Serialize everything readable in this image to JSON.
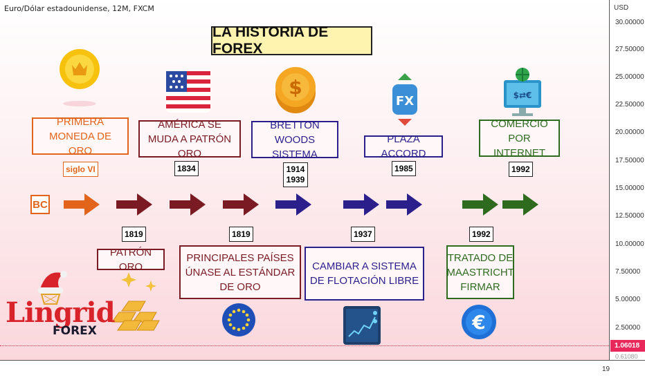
{
  "header": {
    "symbol": "Euro/Dólar estadounidense, 12M, FXCM",
    "currency": "USD"
  },
  "title": "LA HISTORIA DE FOREX",
  "price_scale": {
    "labels": [
      "30.00000",
      "27.50000",
      "25.00000",
      "22.50000",
      "20.00000",
      "17.50000",
      "15.00000",
      "12.50000",
      "10.00000",
      "7.50000",
      "5.00000",
      "2.50000"
    ],
    "current_price": "1.06018",
    "bottom_partial": "0.61080"
  },
  "time_scale": {
    "label": "19"
  },
  "colors": {
    "orange": "#e2641a",
    "darkred": "#7a1b24",
    "navy": "#2b1f8c",
    "green": "#2f6b1f",
    "current_price_tag": "#e8275a"
  },
  "events_top": [
    {
      "label": "PRIMERA MONEDA DE ORO",
      "date": "siglo VI",
      "icon": "gold-coin-crown-icon"
    },
    {
      "label": "AMÉRICA SE MUDA A PATRÓN ORO",
      "date": "1834",
      "icon": "usa-flag-icon"
    },
    {
      "label": "BRETTON WOODS SISTEMA",
      "date": "1914\n1939",
      "icon": "dollar-coin-icon"
    },
    {
      "label": "PLAZA ACCORD",
      "date": "1985",
      "icon": "fx-exchange-icon"
    },
    {
      "label": "COMERCIO POR INTERNET",
      "date": "1992",
      "icon": "online-trading-monitor-icon"
    }
  ],
  "events_bottom": [
    {
      "label": "PATRÓN ORO",
      "date": "1819",
      "icon": "gold-bars-icon"
    },
    {
      "label": "PRINCIPALES PAÍSES ÚNASE AL ESTÁNDAR DE ORO",
      "date": "1819",
      "icon": "eu-flag-icon"
    },
    {
      "label": "CAMBIAR A SISTEMA DE FLOTACIÓN LIBRE",
      "date": "1937",
      "icon": "chart-screen-icon"
    },
    {
      "label": "TRATADO DE MAASTRICHT FIRMAR",
      "date": "1992",
      "icon": "euro-coin-icon"
    }
  ],
  "start_label": "BC",
  "logo": {
    "line1": "Lingrid",
    "line2": "FOREX"
  }
}
